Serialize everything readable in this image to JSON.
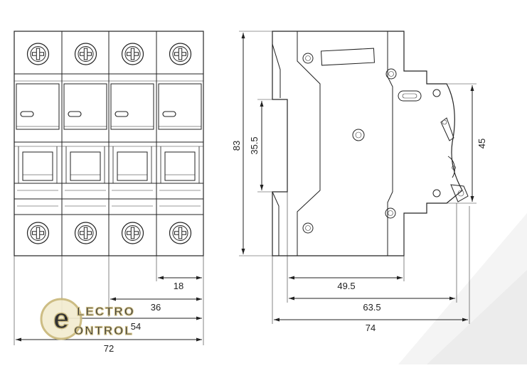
{
  "dimensions": {
    "front_pole_width": "18",
    "front_two_pole_width": "36",
    "front_three_pole_width": "54",
    "front_total_width": "72",
    "height_total": "83",
    "height_rail": "35.5",
    "height_front_face": "45",
    "depth_to_rail": "49.5",
    "depth_to_front": "63.5",
    "depth_total": "74"
  },
  "logo": {
    "line1": "LECTRO",
    "line2": "ONTROL",
    "initial": "e"
  },
  "colors": {
    "line": "#222222",
    "logo_fill": "#f2ecd0",
    "logo_stroke": "#c9b87a",
    "background_shade": "#f2f2f2"
  }
}
